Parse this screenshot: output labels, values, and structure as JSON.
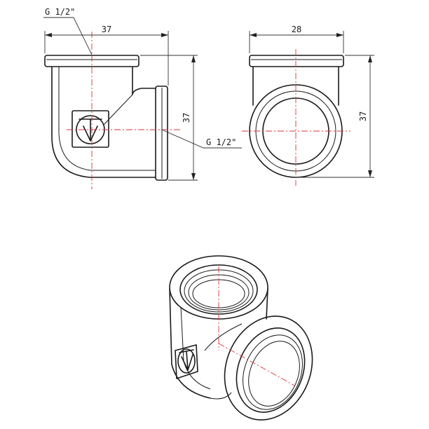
{
  "drawing": {
    "thread_top": "G 1/2\"",
    "thread_side": "G 1/2\"",
    "front_width": "37",
    "front_height": "37",
    "side_width": "28",
    "side_height": "37"
  },
  "colors": {
    "outline": "#1a1a1a",
    "centerline": "#e0303a"
  }
}
